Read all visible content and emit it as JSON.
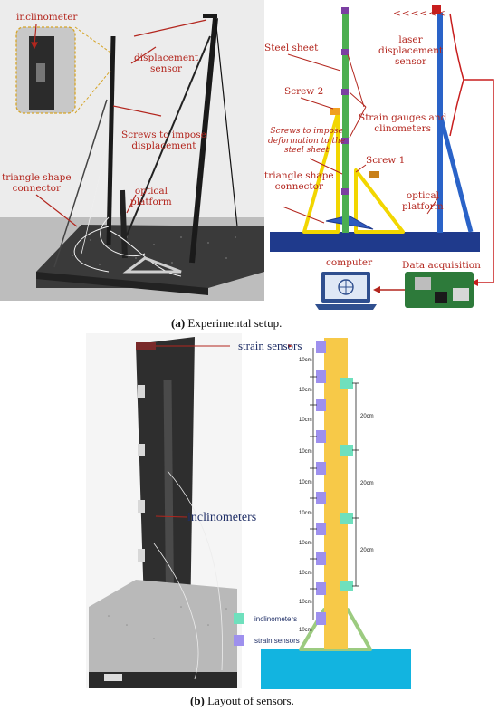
{
  "panel_a": {
    "photo_labels": {
      "inclinometer": "inclinometer",
      "displacement_sensor": "displacement\nsensor",
      "screws": "Screws to impose\ndisplacement",
      "triangle": "triangle shape\nconnector",
      "optical": "optical\nplatform"
    },
    "schematic_labels": {
      "laser_arrows": "<<<<<<",
      "laser": "laser\ndisplacement\nsensor",
      "steel_sheet": "Steel sheet",
      "screw2": "Screw 2",
      "strain_gauges": "Strain gauges and\nclinometers",
      "screws_deform": "Screws to impose\ndeformation to the\nsteel sheet",
      "screw1": "Screw 1",
      "triangle": "triangle shape\nconnector",
      "optical": "optical\nplatform",
      "computer": "computer",
      "data_acq": "Data acquisition"
    },
    "caption_letter": "(a)",
    "caption_text": " Experimental setup."
  },
  "panel_b": {
    "strain_sensors_label": "strain sensors",
    "inclinometers_label": "inclinometers",
    "spacing_left": [
      "10cm",
      "10cm",
      "10cm",
      "10cm",
      "10cm",
      "10cm",
      "10cm",
      "10cm",
      "10cm",
      "10cm"
    ],
    "spacing_right": [
      "20cm",
      "20cm",
      "20cm"
    ],
    "legend": {
      "inclinometers": "inclinometers",
      "strain_sensors": "strain sensors"
    },
    "colors": {
      "column": "#f7c948",
      "strain": "#9e90ee",
      "inclinometer": "#6fe0bd",
      "base": "#12b4e0",
      "triangle": "#9ccb80"
    },
    "caption_letter": "(b)",
    "caption_text": " Layout of sensors."
  }
}
